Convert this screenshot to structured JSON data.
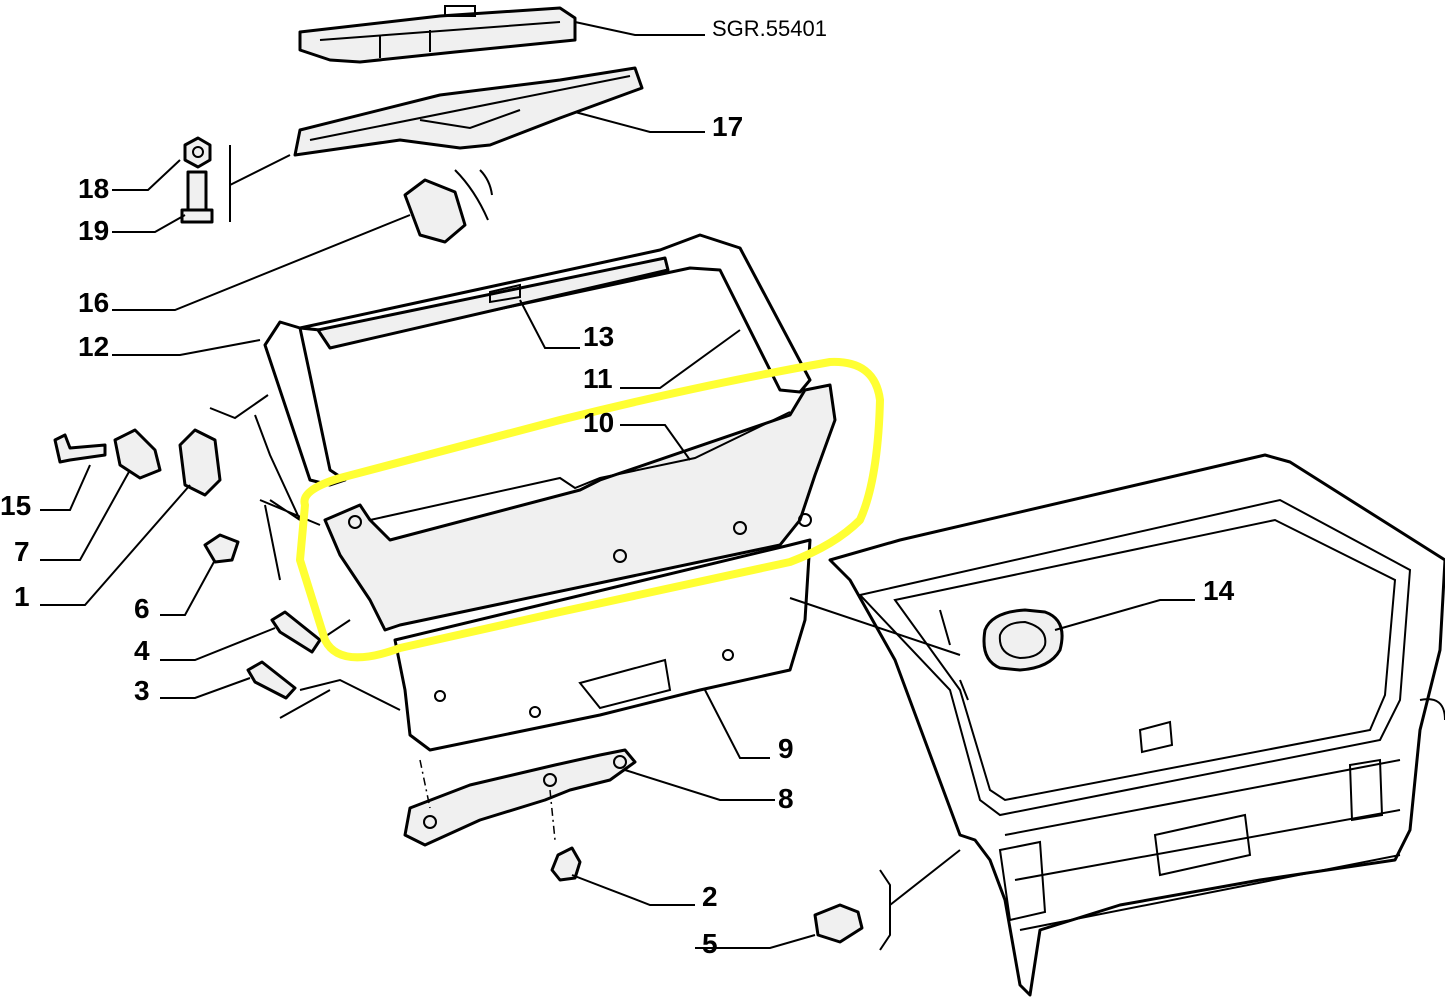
{
  "reference": "SGR.55401",
  "callouts": [
    "18",
    "19",
    "17",
    "16",
    "12",
    "13",
    "11",
    "10",
    "15",
    "7",
    "1",
    "6",
    "4",
    "3",
    "9",
    "8",
    "14",
    "2",
    "5"
  ],
  "highlight_color": "#ffff33"
}
